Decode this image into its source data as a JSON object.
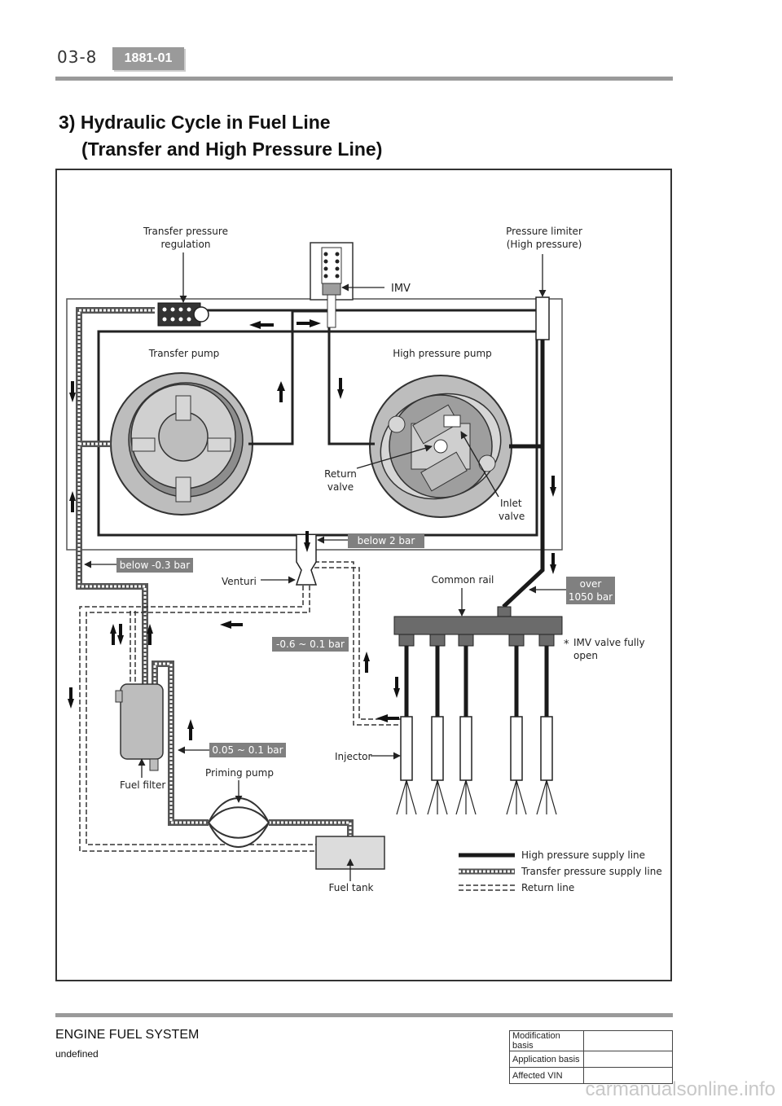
{
  "header": {
    "page_number": "03-8",
    "code": "1881-01"
  },
  "title": {
    "line1": "3) Hydraulic Cycle in Fuel Line",
    "line2": "(Transfer and High Pressure Line)"
  },
  "diagram": {
    "labels": {
      "transfer_pressure_regulation_1": "Transfer pressure",
      "transfer_pressure_regulation_2": "regulation",
      "pressure_limiter_1": "Pressure limiter",
      "pressure_limiter_2": "(High pressure)",
      "imv": "IMV",
      "transfer_pump": "Transfer pump",
      "high_pressure_pump": "High pressure pump",
      "return_valve_1": "Return",
      "return_valve_2": "valve",
      "inlet_valve_1": "Inlet",
      "inlet_valve_2": "valve",
      "venturi": "Venturi",
      "common_rail": "Common rail",
      "imv_note_1": "IMV valve fully",
      "imv_note_2": "open",
      "injector": "Injector",
      "fuel_filter": "Fuel filter",
      "priming_pump": "Priming pump",
      "fuel_tank": "Fuel tank"
    },
    "pressure_tags": {
      "below_2_bar": "below 2 bar",
      "below_minus_0_3_bar": "below -0.3 bar",
      "over_1050_bar_1": "over",
      "over_1050_bar_2": "1050 bar",
      "minus_0_6_to_0_1_bar": "-0.6 ~ 0.1 bar",
      "p_0_05_to_0_1_bar": "0.05 ~ 0.1 bar"
    },
    "legend": {
      "high_pressure": "High pressure supply line",
      "transfer_pressure": "Transfer pressure supply line",
      "return": "Return line"
    },
    "colors": {
      "tag_bg": "#808080",
      "line": "#222222",
      "body_fill": "#bdbdbd"
    }
  },
  "footer": {
    "section": "ENGINE FUEL SYSTEM",
    "sub": "undefined",
    "table": [
      {
        "label": "Modification basis",
        "value": ""
      },
      {
        "label": "Application basis",
        "value": ""
      },
      {
        "label": "Affected VIN",
        "value": ""
      }
    ],
    "watermark": "carmanualsonline.info"
  }
}
